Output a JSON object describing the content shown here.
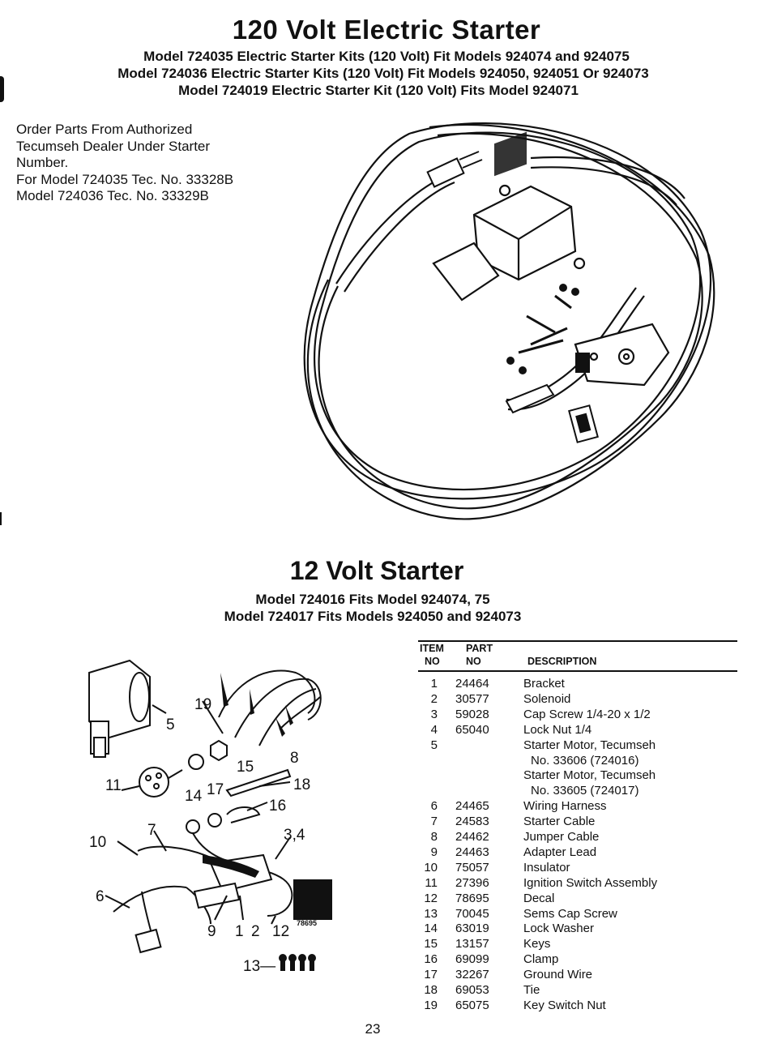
{
  "title_120v": "120 Volt Electric Starter",
  "subtitles_120v": [
    "Model 724035 Electric Starter Kits (120 Volt) Fit Models 924074 and 924075",
    "Model 724036 Electric Starter Kits (120 Volt) Fit Models 924050, 924051 Or 924073",
    "Model 724019 Electric Starter Kit (120 Volt) Fits Model 924071"
  ],
  "order_note": [
    "Order Parts From Authorized",
    "Tecumseh Dealer Under Starter",
    "Number.",
    "For Model 724035 Tec. No. 33328B",
    "Model 724036 Tec. No. 33329B"
  ],
  "title_12v": "12 Volt Starter",
  "subtitles_12v": [
    "Model 724016 Fits Model 924074, 75",
    "Model 724017 Fits Models 924050 and 924073"
  ],
  "table": {
    "headers": {
      "item_1": "ITEM",
      "item_2": "NO",
      "part_1": "PART",
      "part_2": "NO",
      "desc": "DESCRIPTION"
    },
    "rows": [
      {
        "item": "1",
        "part": "24464",
        "desc": "Bracket"
      },
      {
        "item": "2",
        "part": "30577",
        "desc": "Solenoid"
      },
      {
        "item": "3",
        "part": "59028",
        "desc": "Cap Screw 1/4-20 x 1/2"
      },
      {
        "item": "4",
        "part": "65040",
        "desc": "Lock Nut 1/4"
      },
      {
        "item": "5",
        "part": "",
        "desc": "Starter Motor, Tecumseh"
      },
      {
        "item": "",
        "part": "",
        "desc": "No. 33606 (724016)"
      },
      {
        "item": "",
        "part": "",
        "desc": "Starter Motor, Tecumseh"
      },
      {
        "item": "",
        "part": "",
        "desc": "No. 33605 (724017)"
      },
      {
        "item": "6",
        "part": "24465",
        "desc": "Wiring Harness"
      },
      {
        "item": "7",
        "part": "24583",
        "desc": "Starter Cable"
      },
      {
        "item": "8",
        "part": "24462",
        "desc": "Jumper Cable"
      },
      {
        "item": "9",
        "part": "24463",
        "desc": "Adapter Lead"
      },
      {
        "item": "10",
        "part": "75057",
        "desc": "Insulator"
      },
      {
        "item": "11",
        "part": "27396",
        "desc": "Ignition Switch Assembly"
      },
      {
        "item": "12",
        "part": "78695",
        "desc": "Decal"
      },
      {
        "item": "13",
        "part": "70045",
        "desc": "Sems Cap Screw"
      },
      {
        "item": "14",
        "part": "63019",
        "desc": "Lock Washer"
      },
      {
        "item": "15",
        "part": "13157",
        "desc": "Keys"
      },
      {
        "item": "16",
        "part": "69099",
        "desc": "Clamp"
      },
      {
        "item": "17",
        "part": "32267",
        "desc": "Ground Wire"
      },
      {
        "item": "18",
        "part": "69053",
        "desc": "Tie"
      },
      {
        "item": "19",
        "part": "65075",
        "desc": "Key Switch Nut"
      }
    ]
  },
  "diagram_labels": {
    "l19": "19",
    "l5": "5",
    "l8": "8",
    "l15": "15",
    "l11": "11",
    "l14": "14",
    "l17": "17",
    "l18": "18",
    "l16": "16",
    "l10": "10",
    "l7": "7",
    "l34": "3,4",
    "l6": "6",
    "l9": "9",
    "l1": "1",
    "l2": "2",
    "l12": "12",
    "l13": "13—",
    "decal_no": "78695"
  },
  "page_number": "23"
}
